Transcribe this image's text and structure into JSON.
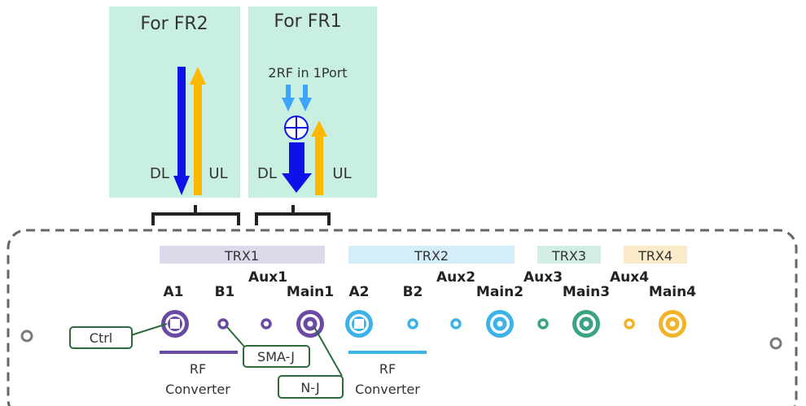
{
  "colors": {
    "panel_bg": "#c8efe0",
    "downlink": "#1010e8",
    "uplink": "#ffb800",
    "downlink_light": "#3da5ff",
    "trx1": "#6a4aa3",
    "trx2": "#3cb3e6",
    "trx3": "#3aa383",
    "trx4": "#f2b328",
    "trx1_band": "#ddd8ea",
    "trx2_band": "#d3eef9",
    "trx3_band": "#d2eee3",
    "trx4_band": "#fcebc8",
    "callout_border": "#2d6a3c",
    "dashed_border": "#666666"
  },
  "panels": {
    "fr2": {
      "title": "For FR2",
      "dl": "DL",
      "ul": "UL"
    },
    "fr1": {
      "title": "For FR1",
      "subtitle": "2RF in 1Port",
      "dl": "DL",
      "ul": "UL"
    }
  },
  "trx_bands": {
    "trx1": "TRX1",
    "trx2": "TRX2",
    "trx3": "TRX3",
    "trx4": "TRX4"
  },
  "ports": {
    "a1": "A1",
    "b1": "B1",
    "aux1": "Aux1",
    "main1": "Main1",
    "a2": "A2",
    "b2": "B2",
    "aux2": "Aux2",
    "main2": "Main2",
    "aux3": "Aux3",
    "main3": "Main3",
    "aux4": "Aux4",
    "main4": "Main4"
  },
  "callouts": {
    "ctrl": "Ctrl",
    "sma": "SMA-J",
    "nj": "N-J"
  },
  "rf_converter": {
    "left_line1": "RF",
    "left_line2": "Converter",
    "right_line1": "RF",
    "right_line2": "Converter"
  }
}
